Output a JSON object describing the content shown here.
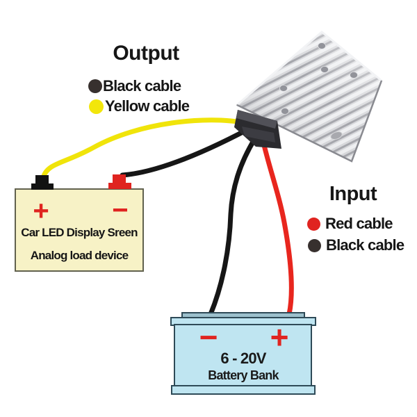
{
  "colors": {
    "accent_red": "#e02420",
    "wire_yellow": "#f0e40a",
    "wire_black": "#161616",
    "wire_red": "#e8261e",
    "load_box_fill": "#f7f2c6",
    "battery_fill": "#bfe5f1",
    "heatsink_silver": "#d7d8db"
  },
  "output_legend": {
    "title": "Output",
    "items": [
      {
        "label": "Black cable",
        "color": "#37302e"
      },
      {
        "label": "Yellow cable",
        "color": "#f2e60b"
      }
    ]
  },
  "input_legend": {
    "title": "Input",
    "items": [
      {
        "label": "Red cable",
        "color": "#e02420"
      },
      {
        "label": "Black cable",
        "color": "#37302e"
      }
    ]
  },
  "load_box": {
    "line1": "Car LED Display Sreen",
    "line2": "Analog load device",
    "positive_symbol": "+",
    "negative_symbol": "−"
  },
  "battery": {
    "voltage": "6 - 20V",
    "name": "Battery Bank",
    "negative_symbol": "−",
    "positive_symbol": "+"
  }
}
